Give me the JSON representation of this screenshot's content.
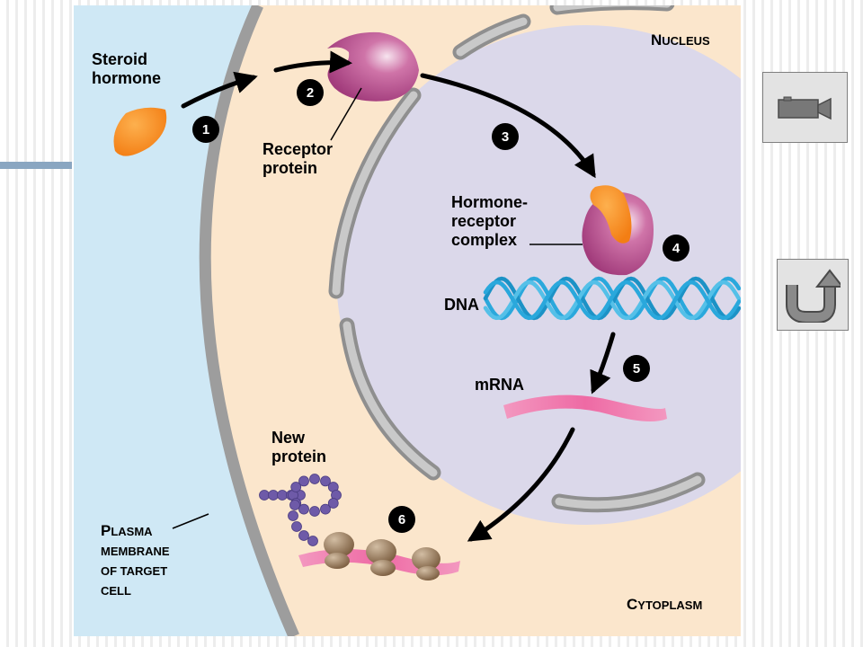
{
  "diagram": {
    "labels": {
      "steroid_hormone": [
        "Steroid",
        "hormone"
      ],
      "receptor_protein": [
        "Receptor",
        "protein"
      ],
      "hormone_receptor_complex": [
        "Hormone-",
        "receptor",
        "complex"
      ],
      "dna": "DNA",
      "mrna": "mRNA",
      "new_protein": [
        "New",
        "protein"
      ]
    },
    "nucleus": {
      "first": "N",
      "rest": "UCLEUS"
    },
    "cytoplasm": {
      "first": "C",
      "rest": "YTOPLASM"
    },
    "plasma_membrane": [
      {
        "first": "P",
        "rest": "LASMA"
      },
      {
        "first": "",
        "rest": "MEMBRANE"
      },
      {
        "first": "",
        "rest": "OF TARGET"
      },
      {
        "first": "",
        "rest": "CELL"
      }
    ],
    "steps": [
      "1",
      "2",
      "3",
      "4",
      "5",
      "6"
    ]
  },
  "colors": {
    "extracellular": "#cfe8f5",
    "cytoplasm": "#fbe6cc",
    "nucleus": "#dbd8ea",
    "membrane": "#9d9d9d",
    "hormone": "#f58a1f",
    "receptor": "#b24a8a",
    "dna": "#2aa8dc",
    "mrna": "#f06ea8",
    "ribosome": "#8a6e52",
    "new_protein": "#6e5aa8",
    "accent_bar": "#8aa6c1"
  },
  "controls": {
    "movie_icon": "movie-camera-icon",
    "return_icon": "u-turn-return-icon"
  }
}
